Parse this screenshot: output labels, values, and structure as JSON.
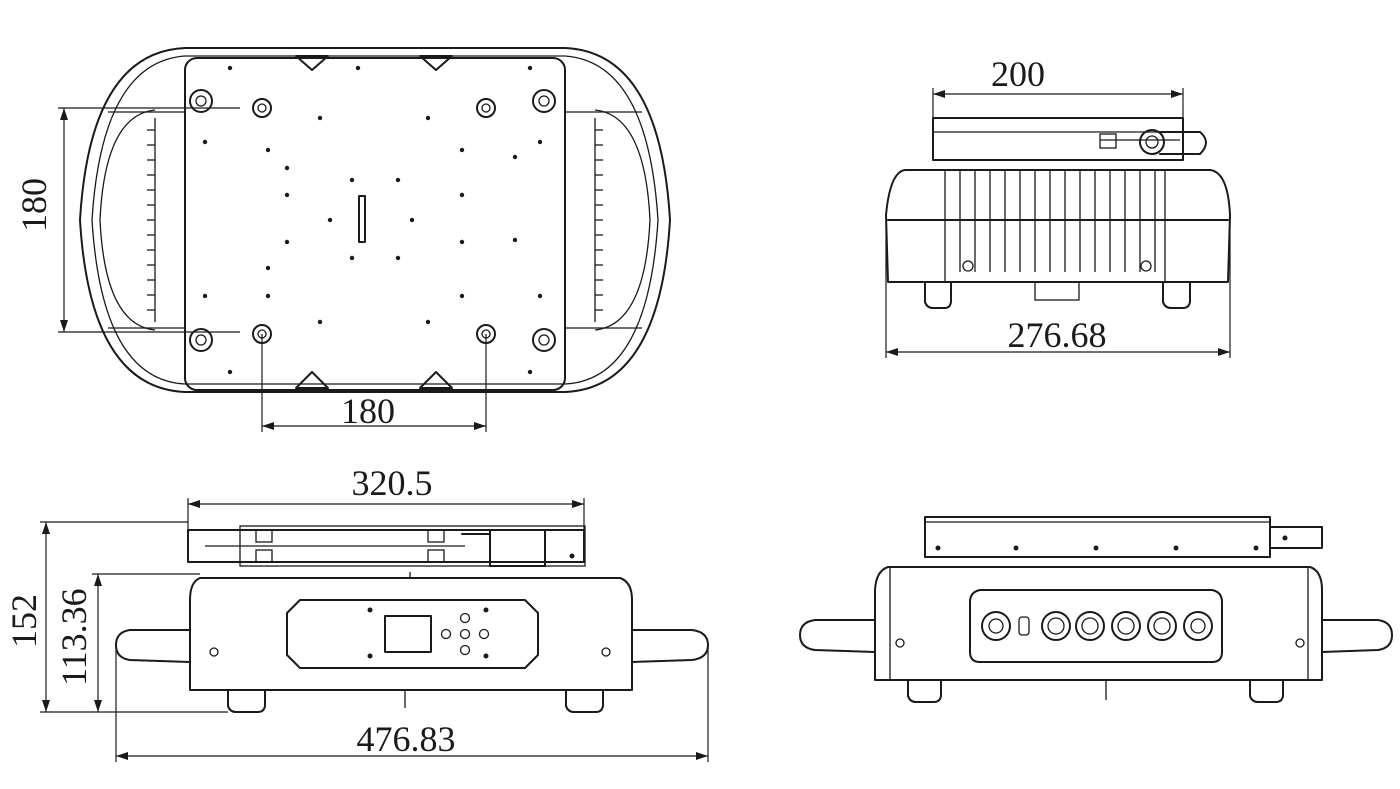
{
  "dimensions": {
    "top_view_height": "180",
    "top_view_hole_spacing": "180",
    "side_view_bracket_width": "200",
    "side_view_body_width": "276.68",
    "front_view_bracket_length": "320.5",
    "front_view_total_height": "152",
    "front_view_body_height": "113.36",
    "front_view_total_width": "476.83"
  }
}
